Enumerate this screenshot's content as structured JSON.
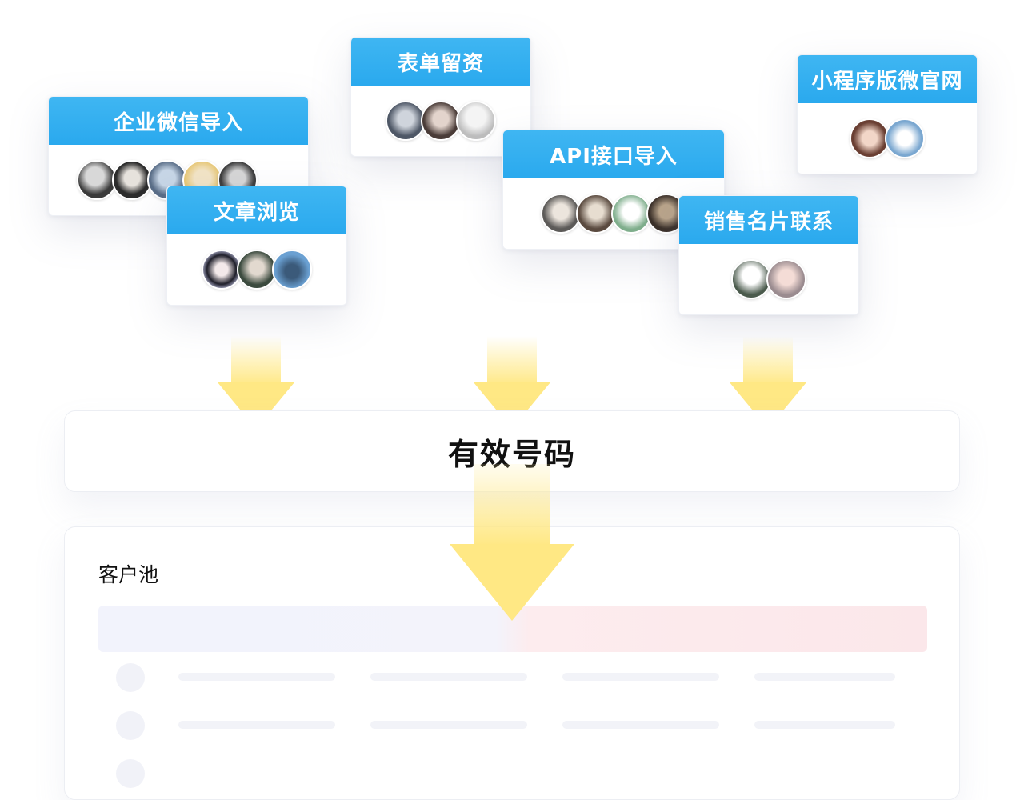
{
  "sources": [
    {
      "title": "企业微信导入",
      "more": "..."
    },
    {
      "title": "表单留资"
    },
    {
      "title": "文章浏览"
    },
    {
      "title": "API接口导入"
    },
    {
      "title": "小程序版微官网"
    },
    {
      "title": "销售名片联系"
    }
  ],
  "valid_numbers": {
    "label": "有效号码"
  },
  "customer_pool": {
    "title": "客户池"
  },
  "colors": {
    "header": "#2aa9ee",
    "arrow": "#ffe884"
  }
}
